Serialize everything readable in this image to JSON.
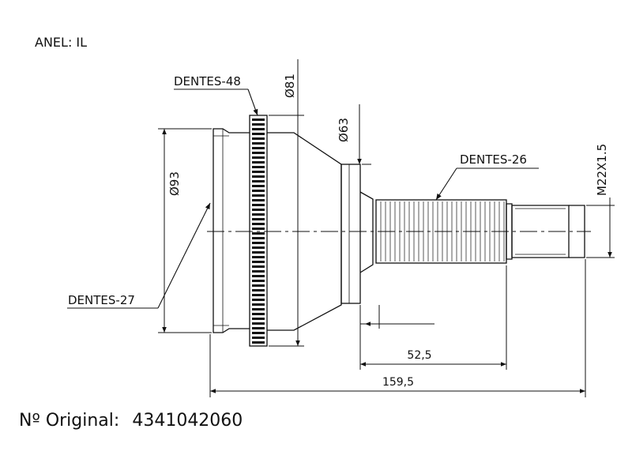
{
  "header": {
    "anel_label": "ANEL: IL"
  },
  "labels": {
    "dentes_48": "DENTES-48",
    "dentes_27": "DENTES-27",
    "dentes_26": "DENTES-26",
    "dia_81": "Ø81",
    "dia_63": "Ø63",
    "dia_93": "Ø93",
    "thread": "M22X1.5",
    "len_52": "52,5",
    "len_159": "159,5"
  },
  "footer": {
    "original_label": "Nº Original:",
    "original_value": "4341042060"
  }
}
